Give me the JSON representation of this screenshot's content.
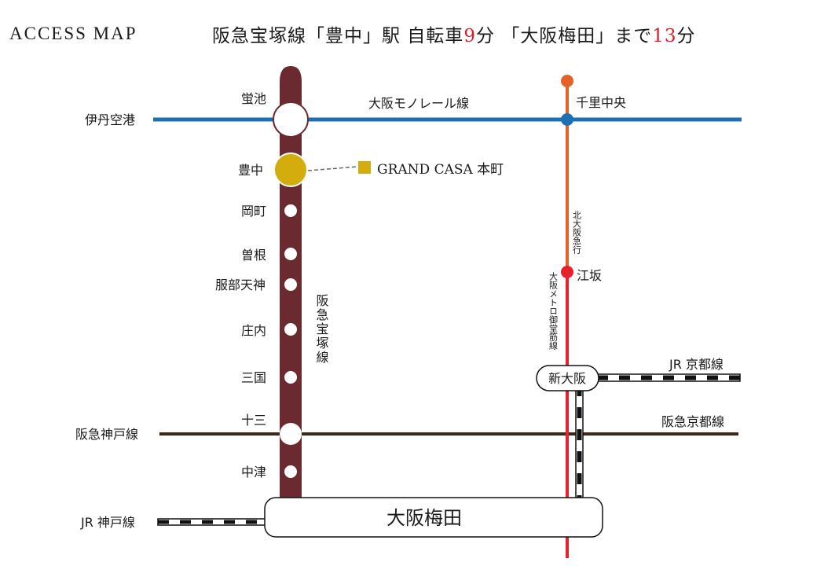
{
  "header": {
    "title": "ACCESS MAP",
    "sub_a": "阪急宝塚線「豊中」駅 自転車",
    "bike_minutes": "9",
    "sub_b": "分 「大阪梅田」まで",
    "umeda_minutes": "13",
    "sub_c": "分"
  },
  "lines": {
    "monorail": "大阪モノレール線",
    "takarazuka": "阪急宝塚線",
    "kobe": "阪急神戸線",
    "kyoto": "阪急京都線",
    "jr_kyoto": "JR 京都線",
    "jr_kobe": "JR 神戸線",
    "kita_osaka": "北大阪急行",
    "midosuji": "大阪メトロ御堂筋線"
  },
  "stations": {
    "itami_airport": "伊丹空港",
    "hotarugaike": "蛍池",
    "toyonaka": "豊中",
    "okamachi": "岡町",
    "sone": "曽根",
    "hattori_tenjin": "服部天神",
    "shonai": "庄内",
    "mikuni": "三国",
    "juso": "十三",
    "nakatsu": "中津",
    "senri_chuo": "千里中央",
    "esaka": "江坂",
    "shin_osaka": "新大阪",
    "osaka_umeda": "大阪梅田"
  },
  "property": {
    "name": "GRAND CASA 本町"
  },
  "colors": {
    "takarazuka": "#6b2a30",
    "monorail": "#1f6fb4",
    "kobe_kyoto": "#3d2817",
    "kita_osaka": "#e6612a",
    "midosuji": "#e8202a",
    "property": "#d4ac0d"
  }
}
